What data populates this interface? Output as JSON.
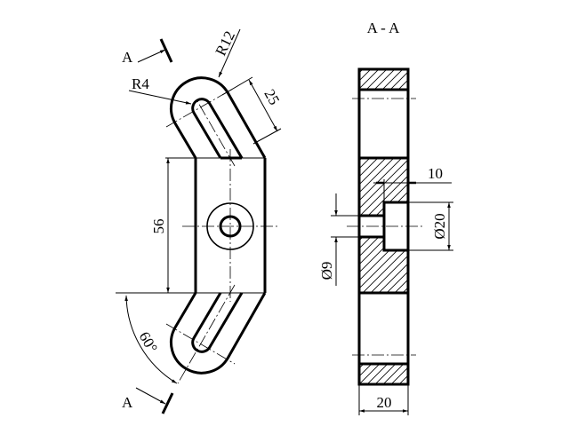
{
  "drawing": {
    "section_title": "A - A",
    "section_marker_top": "A",
    "section_marker_bottom": "A",
    "dimensions": {
      "outer_radius": "R12",
      "slot_radius": "R4",
      "arm_length": "25",
      "height": "56",
      "angle": "60°",
      "counterbore_depth": "10",
      "counterbore_diameter": "Ø20",
      "hole_diameter": "Ø9",
      "thickness": "20"
    },
    "colors": {
      "line": "#000000",
      "background": "#ffffff"
    }
  }
}
